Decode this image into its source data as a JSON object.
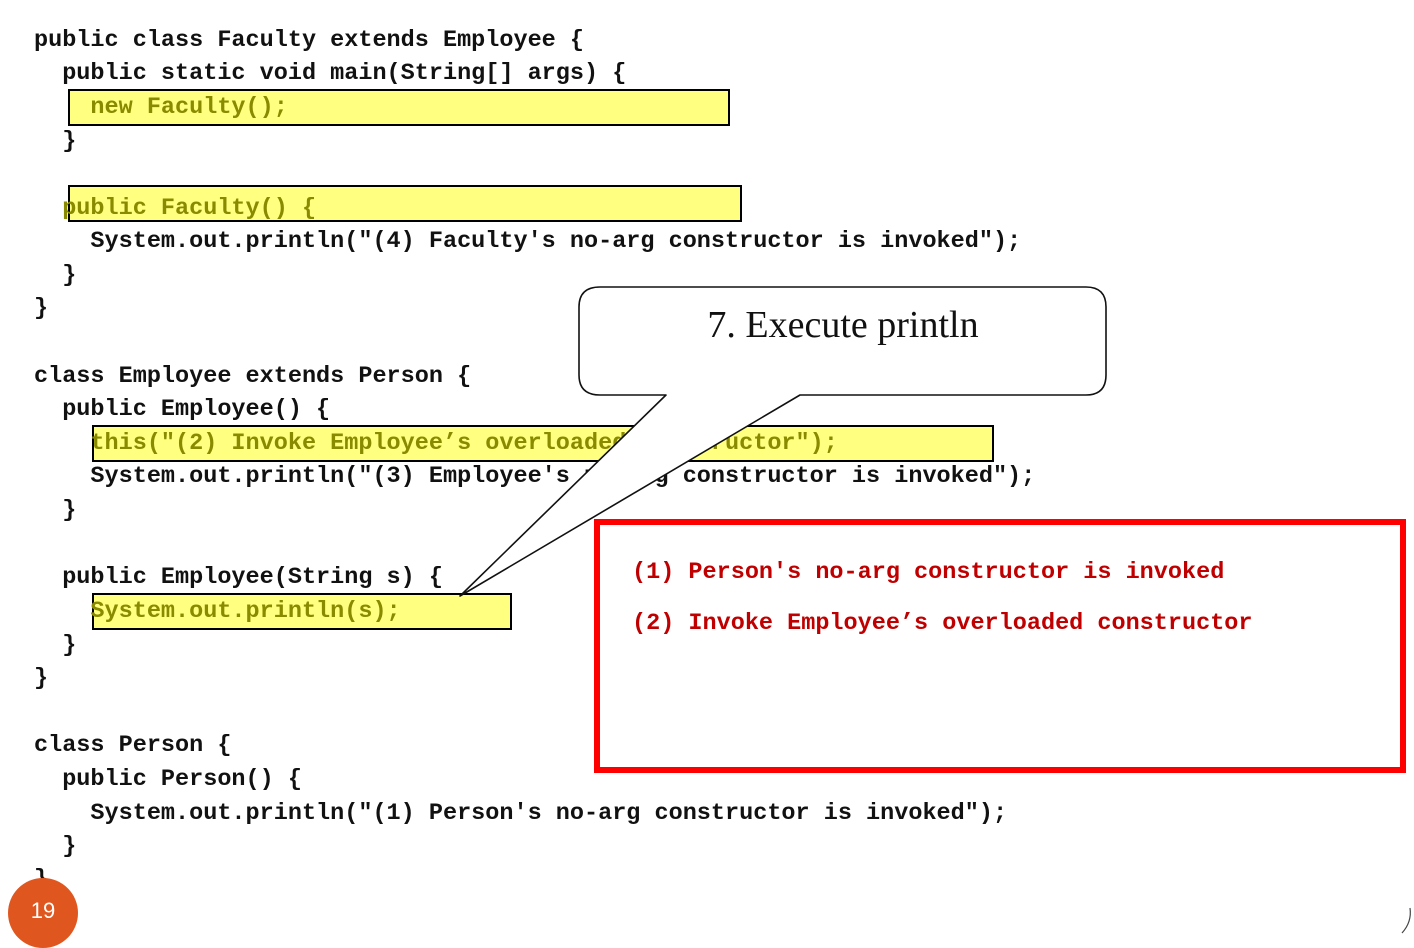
{
  "code_lines": [
    "public class Faculty extends Employee {",
    "  public static void main(String[] args) {",
    "    new Faculty();",
    "  }",
    "",
    "  public Faculty() {",
    "    System.out.println(\"(4) Faculty's no-arg constructor is invoked\");",
    "  }",
    "}",
    "",
    "class Employee extends Person {",
    "  public Employee() {",
    "    this(\"(2) Invoke Employee’s overloaded constructor\");",
    "    System.out.println(\"(3) Employee's no-arg constructor is invoked\");",
    "  }",
    "",
    "  public Employee(String s) {",
    "    System.out.println(s);",
    "  }",
    "}",
    "",
    "class Person {",
    "  public Person() {",
    "    System.out.println(\"(1) Person's no-arg constructor is invoked\");",
    "  }",
    "}"
  ],
  "callout": {
    "text": "7. Execute println"
  },
  "output": {
    "lines": [
      "(1) Person's no-arg constructor is invoked",
      "(2) Invoke Employee’s overloaded constructor"
    ],
    "border_color": "#ff0000",
    "text_color": "#c00000"
  },
  "highlight_color": "#ffff80",
  "slide": {
    "number": "19"
  }
}
